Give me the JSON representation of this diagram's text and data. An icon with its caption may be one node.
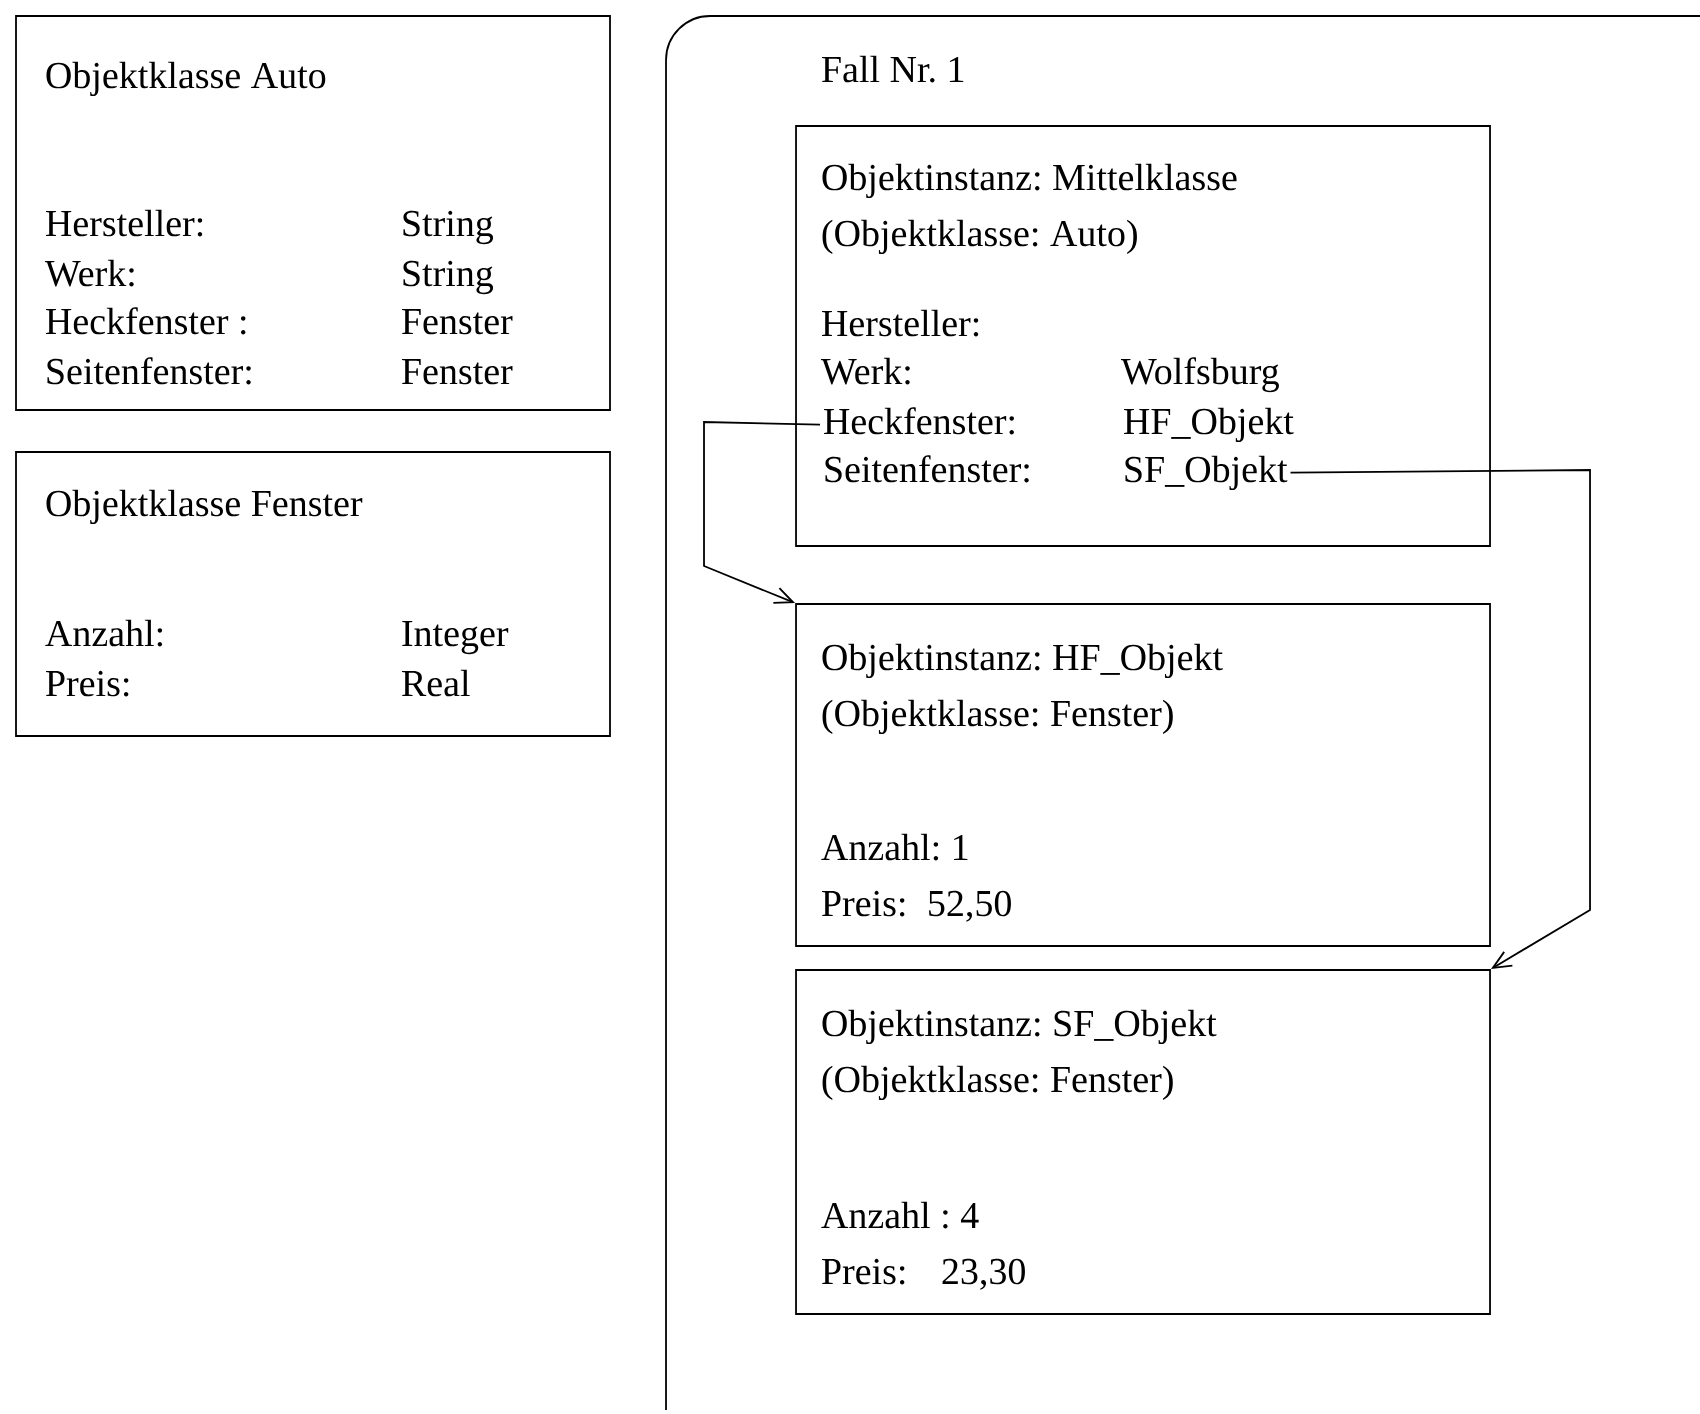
{
  "diagram": {
    "nodes": [
      {
        "text": [
          "Objektklasse Auto",
          "Hersteller:",
          "String",
          "Werk:",
          "String",
          "Heckfenster :",
          "Fenster",
          "Seitenfenster:",
          "Fenster"
        ]
      },
      {
        "text": [
          "Objektklasse Fenster",
          "Anzahl:",
          "Integer",
          "Preis:",
          "Real"
        ]
      },
      {
        "text": [
          "Fall Nr. 1"
        ]
      },
      {
        "text": [
          "Objektinstanz: Mittelklasse",
          "(Objektklasse: Auto)",
          "Hersteller:",
          "Werk:",
          "Wolfsburg"
        ],
        "in": 2
      },
      {
        "text": [
          "Heckfenster:",
          "HF_Objekt"
        ],
        "in": 3
      },
      {
        "text": [
          "Seitenfenster:",
          "SF_Objekt"
        ],
        "in": 3
      },
      {
        "text": [
          "Objektinstanz: HF_Objekt",
          "(Objektklasse: Fenster)",
          "Anzahl: 1",
          "Preis:",
          "52,50"
        ],
        "in": 2
      },
      {
        "text": [
          "Objektinstanz: SF_Objekt",
          "(Objektklasse: Fenster)",
          "Anzahl : 4",
          "Preis:",
          "23,30"
        ],
        "in": 2
      }
    ],
    "edges": [
      {
        "from": 4,
        "to": 6,
        "arrow": "to"
      },
      {
        "from": 5,
        "to": 7,
        "arrow": "to"
      }
    ]
  }
}
